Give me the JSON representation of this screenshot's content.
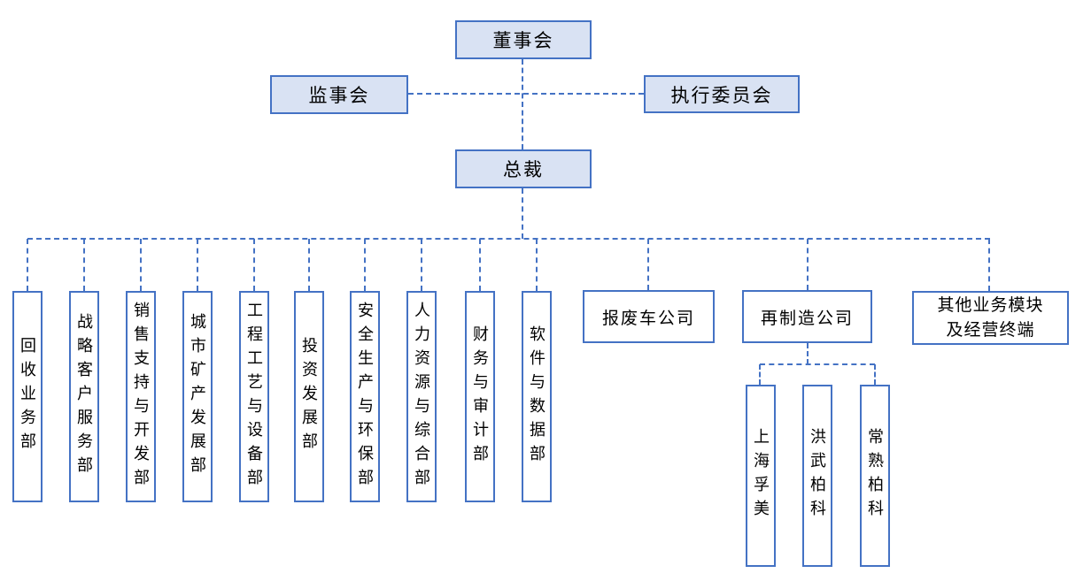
{
  "org": {
    "board": "董事会",
    "supervisory": "监事会",
    "executive_committee": "执行委员会",
    "president": "总裁",
    "departments": [
      "回收业务部",
      "战略客户服务部",
      "销售支持与开发部",
      "城市矿产发展部",
      "工程工艺与设备部",
      "投资发展部",
      "安全生产与环保部",
      "人力资源与综合部",
      "财务与审计部",
      "软件与数据部"
    ],
    "companies": {
      "scrap_car": "报废车公司",
      "remanufacturing": "再制造公司",
      "other_line1": "其他业务模块",
      "other_line2": "及经营终端"
    },
    "subsidiaries": [
      "上海孚美",
      "洪武柏科",
      "常熟柏科"
    ],
    "colors": {
      "box_border": "#4472C4",
      "box_fill_light": "#D9E2F3",
      "box_fill_white": "#FFFFFF",
      "connector": "#4472C4",
      "text": "#000000"
    }
  }
}
